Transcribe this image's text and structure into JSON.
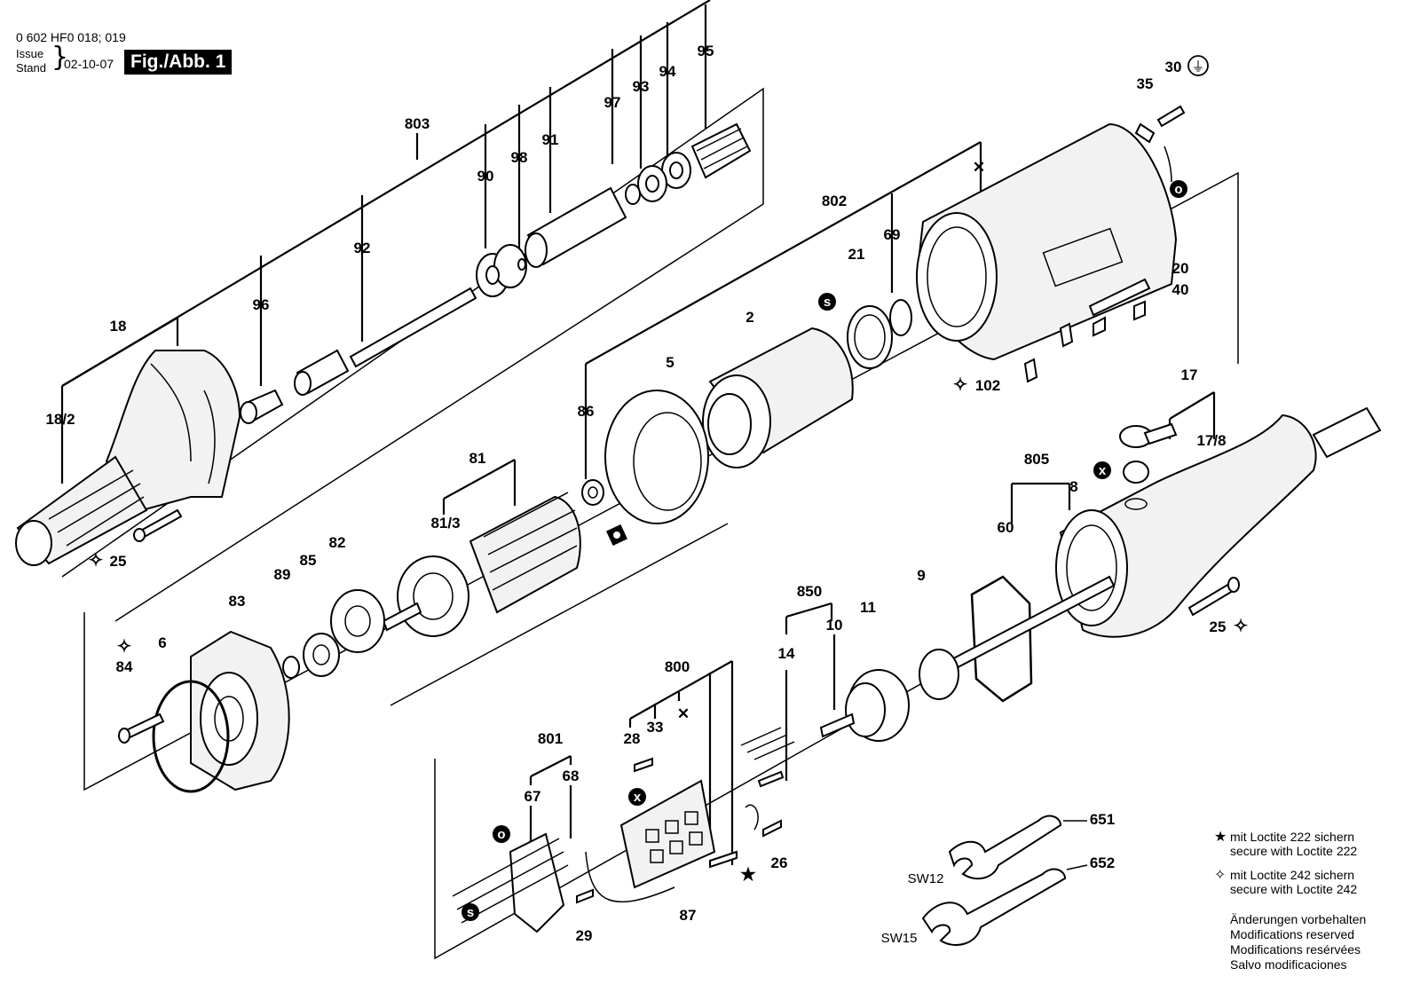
{
  "header": {
    "part_number": "0 602 HF0 018; 019",
    "issue": "Issue",
    "stand": "Stand",
    "brace": "}",
    "date": "02-10-07",
    "figure": "Fig./Abb. 1"
  },
  "notes": {
    "loctite_222_symbol": "★",
    "loctite_222_de": "mit Loctite 222 sichern",
    "loctite_222_en": "secure with Loctite 222",
    "loctite_242_symbol": "✧",
    "loctite_242_de": "mit Loctite 242 sichern",
    "loctite_242_en": "secure with Loctite 242",
    "modifications": [
      "Änderungen vorbehalten",
      "Modifications reserved",
      "Modifications resérvées",
      "Salvo modificaciones"
    ]
  },
  "symbols": {
    "x_mark": "✕",
    "loctite_star": "★",
    "loctite_242": "✧",
    "earth": "⏚",
    "circle_o": "o",
    "circle_s": "s",
    "circle_x": "x"
  },
  "wrench_sizes": [
    "SW12",
    "SW15"
  ],
  "part_labels": {
    "p803": "803",
    "p95": "95",
    "p94": "94",
    "p93": "93",
    "p97": "97",
    "p91": "91",
    "p98": "98",
    "p90": "90",
    "p92": "92",
    "p96": "96",
    "p18": "18",
    "p18_2": "18/2",
    "p25a": "25",
    "p802": "802",
    "p69": "69",
    "p21": "21",
    "p2": "2",
    "p5": "5",
    "p86": "86",
    "p35": "35",
    "p30": "30",
    "p20": "20",
    "p40": "40",
    "p102": "102",
    "p81": "81",
    "p81_3": "81/3",
    "p82": "82",
    "p85": "85",
    "p89": "89",
    "p83": "83",
    "p6": "6",
    "p84": "84",
    "p17": "17",
    "p17_8": "17/8",
    "p805": "805",
    "p8": "8",
    "p60": "60",
    "p9": "9",
    "p11": "11",
    "p850": "850",
    "p10": "10",
    "p14": "14",
    "p25b": "25",
    "p800": "800",
    "p28": "28",
    "p33": "33",
    "p801": "801",
    "p67": "67",
    "p68": "68",
    "p29": "29",
    "p87": "87",
    "p26": "26",
    "p651": "651",
    "p652": "652"
  }
}
